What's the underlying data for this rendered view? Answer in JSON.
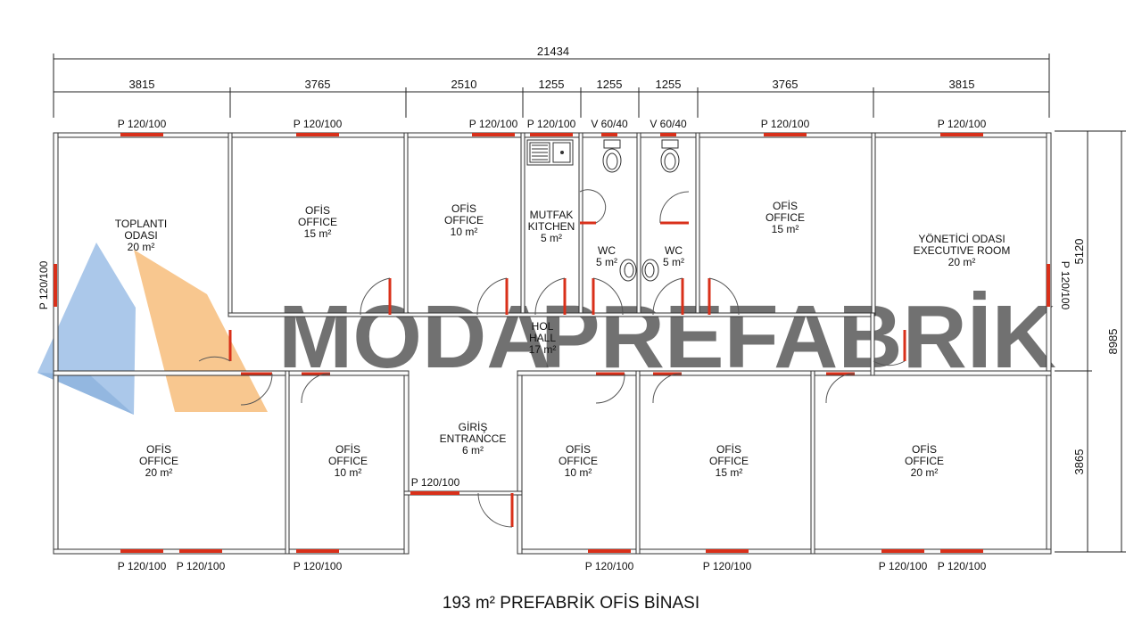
{
  "title": "193 m² PREFABRİK OFİS BİNASI",
  "watermark": {
    "part1": "MODA",
    "part2": "PREFABRİK",
    "color1": "#6f9fd6",
    "color2": "#f4a44a"
  },
  "colors": {
    "window": "#d9301a",
    "wall": "#333333"
  },
  "dimensions": {
    "total_width": "21434",
    "segments": [
      "3815",
      "3765",
      "2510",
      "1255",
      "1255",
      "1255",
      "3765",
      "3815"
    ],
    "total_height": "8985",
    "height_segments": [
      "5120",
      "3865"
    ]
  },
  "windows": {
    "top": [
      "P 120/100",
      "P 120/100",
      "P 120/100",
      "P 120/100",
      "V 60/40",
      "V 60/40",
      "P 120/100",
      "P 120/100"
    ],
    "bottom": [
      "P 120/100",
      "P 120/100",
      "P 120/100",
      "P 120/100",
      "P 120/100",
      "P 120/100",
      "P 120/100"
    ],
    "left": "P 120/100",
    "right": "P 120/100",
    "entrance": "P 120/100"
  },
  "rooms": [
    {
      "lines": [
        "TOPLANTI",
        "ODASI",
        "20 m²"
      ]
    },
    {
      "lines": [
        "OFİS",
        "OFFICE",
        "15 m²"
      ]
    },
    {
      "lines": [
        "OFİS",
        "OFFICE",
        "10 m²"
      ]
    },
    {
      "lines": [
        "MUTFAK",
        "KITCHEN",
        "5 m²"
      ]
    },
    {
      "lines": [
        "WC",
        "5 m²"
      ]
    },
    {
      "lines": [
        "WC",
        "5 m²"
      ]
    },
    {
      "lines": [
        "OFİS",
        "OFFICE",
        "15 m²"
      ]
    },
    {
      "lines": [
        "YÖNETİCİ ODASI",
        "EXECUTIVE ROOM",
        "20 m²"
      ]
    },
    {
      "lines": [
        "HOL",
        "HALL",
        "17 m²"
      ]
    },
    {
      "lines": [
        "OFİS",
        "OFFICE",
        "20 m²"
      ]
    },
    {
      "lines": [
        "OFİS",
        "OFFICE",
        "10 m²"
      ]
    },
    {
      "lines": [
        "GİRİŞ",
        "ENTRANCCE",
        "6 m²"
      ]
    },
    {
      "lines": [
        "OFİS",
        "OFFICE",
        "10 m²"
      ]
    },
    {
      "lines": [
        "OFİS",
        "OFFICE",
        "15 m²"
      ]
    },
    {
      "lines": [
        "OFİS",
        "OFFICE",
        "20 m²"
      ]
    }
  ]
}
